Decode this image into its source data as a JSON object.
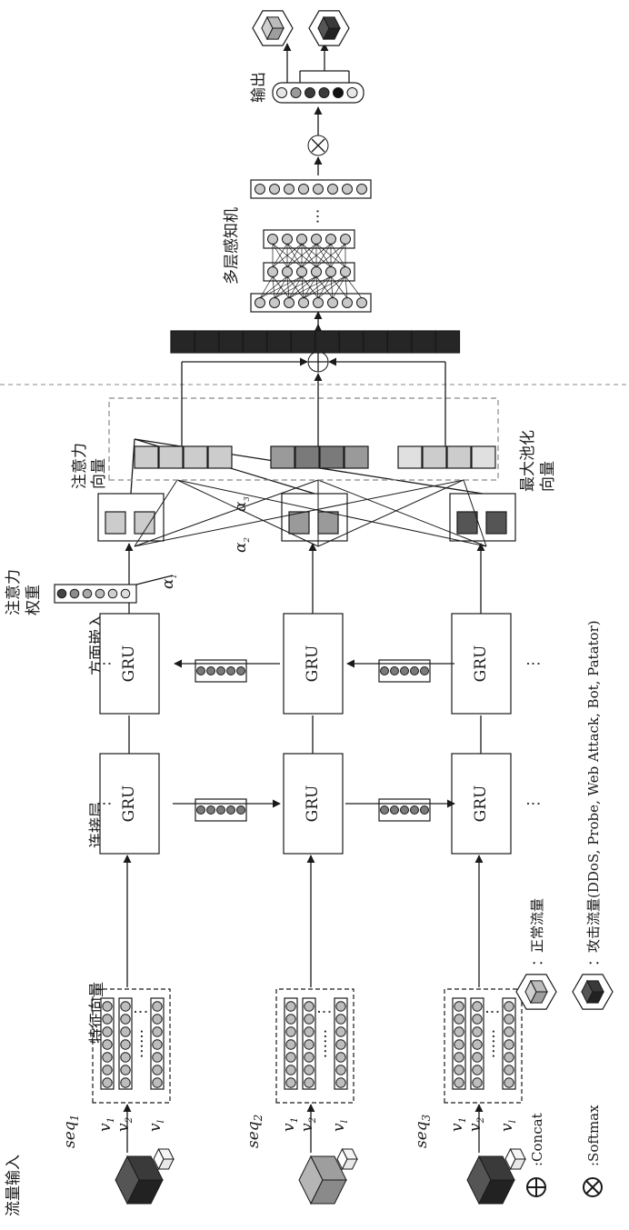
{
  "labels": {
    "input": "流量输入",
    "feature_vector": "特征向量",
    "connection_layer": "连接层",
    "aspect_embedding": "方面嵌入",
    "attention_weight_1": "注意力",
    "attention_weight_2": "权重",
    "attention_vector_1": "注意力",
    "attention_vector_2": "向量",
    "maxpool_vector_1": "最大池化",
    "maxpool_vector_2": "向量",
    "mlp": "多层感知机",
    "output": "输出",
    "gru": "GRU",
    "ellipsis": "······"
  },
  "sequences": [
    {
      "name": "seq",
      "sub": "1"
    },
    {
      "name": "seq",
      "sub": "2"
    },
    {
      "name": "seq",
      "sub": "3"
    }
  ],
  "vectors": [
    {
      "name": "v",
      "sub": "1"
    },
    {
      "name": "v",
      "sub": "2"
    },
    {
      "name": "v",
      "sub": "l"
    }
  ],
  "alphas": [
    {
      "name": "α",
      "sub": "1"
    },
    {
      "name": "α",
      "sub": "2"
    },
    {
      "name": "α",
      "sub": "3"
    }
  ],
  "legend": {
    "concat": ":Concat",
    "softmax": ":Softmax",
    "normal": "：正常流量",
    "attack": "：攻击流量(DDoS, Probe, Web Attack, Bot, Patator)"
  },
  "colors": {
    "black": "#222222",
    "dark": "#3a3a3a",
    "gray": "#9a9a9a",
    "light": "#cccccc",
    "line": "#1a1a1a",
    "dash": "#888888"
  }
}
